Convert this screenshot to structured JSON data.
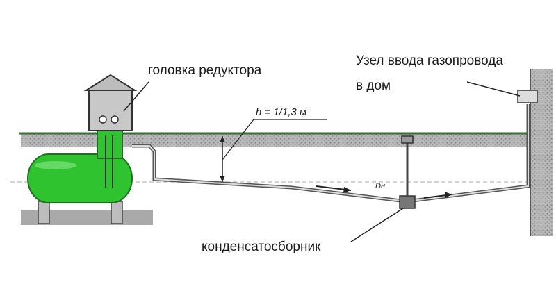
{
  "labels": {
    "reducer_head": "головка редуктора",
    "inlet_line1": "Узел ввода газопровода",
    "inlet_line2": "в дом",
    "condensate_collector": "конденсатосборник",
    "depth": "h = 1/1,3 м",
    "diameter": "Dн"
  },
  "colors": {
    "tank": "#2fc42f",
    "tank_dark": "#1f8f1f",
    "ground_line": "#3a6f3a",
    "soil": "#9a9a9a",
    "pipe": "#555555",
    "text": "#1a1a1a"
  }
}
